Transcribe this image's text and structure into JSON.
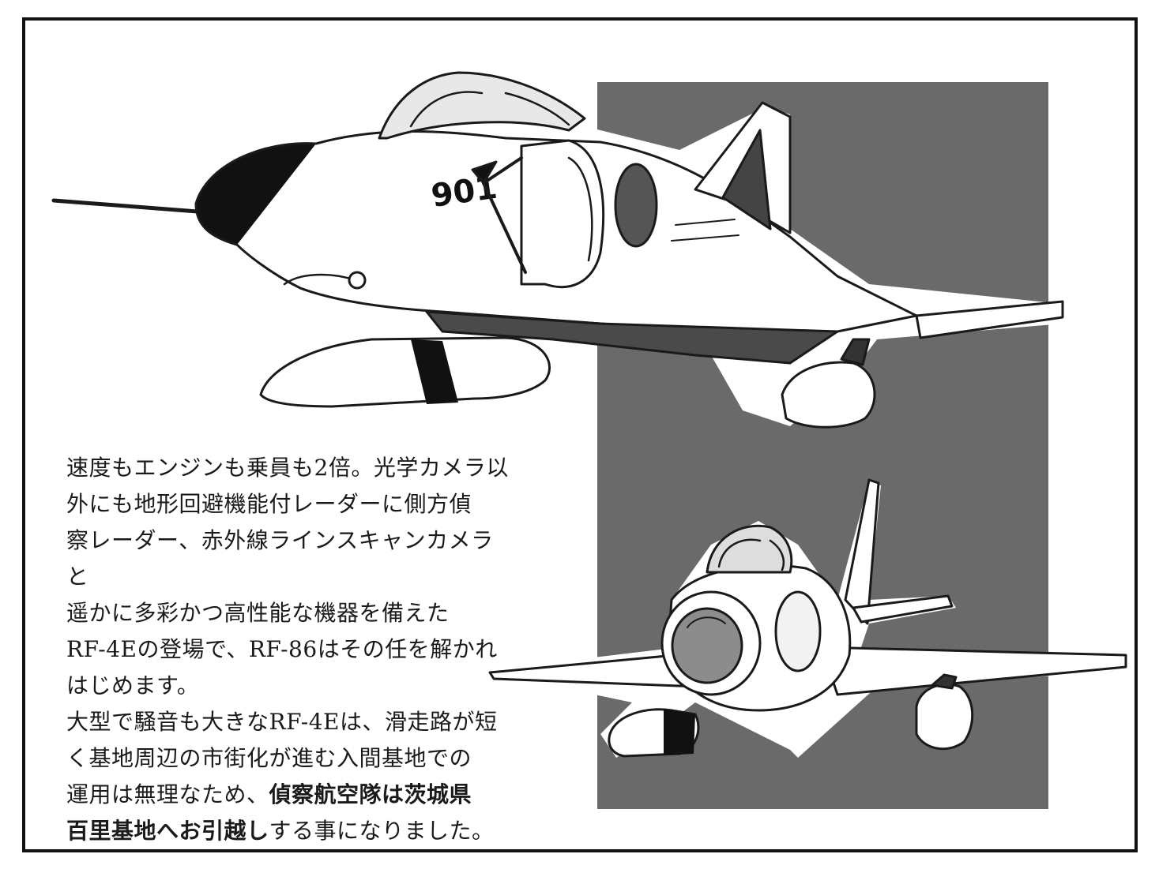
{
  "aircraft_top": {
    "tail_number": "901"
  },
  "caption": {
    "paragraph_1": "速度もエンジンも乗員も2倍。光学カメラ以\n外にも地形回避機能付レーダーに側方偵\n察レーダー、赤外線ラインスキャンカメラと\n遥かに多彩かつ高性能な機器を備えた\nRF-4Eの登場で、RF-86はその任を解かれ\nはじめます。",
    "paragraph_2_a": "大型で騒音も大きなRF-4Eは、滑走路が短\nく基地周辺の市街化が進む入間基地での\n運用は無理なため、",
    "paragraph_2_bold_1": "偵察航空隊は茨城県\n百里基地へお引越",
    "paragraph_2_b": "し",
    "paragraph_2_c": "する事になりました。"
  },
  "colors": {
    "border": "#111111",
    "gray_block": "#6a6a6a",
    "ink": "#1a1a1a",
    "mid_gray": "#8c8c8c",
    "dark_gray": "#4a4a4a"
  }
}
